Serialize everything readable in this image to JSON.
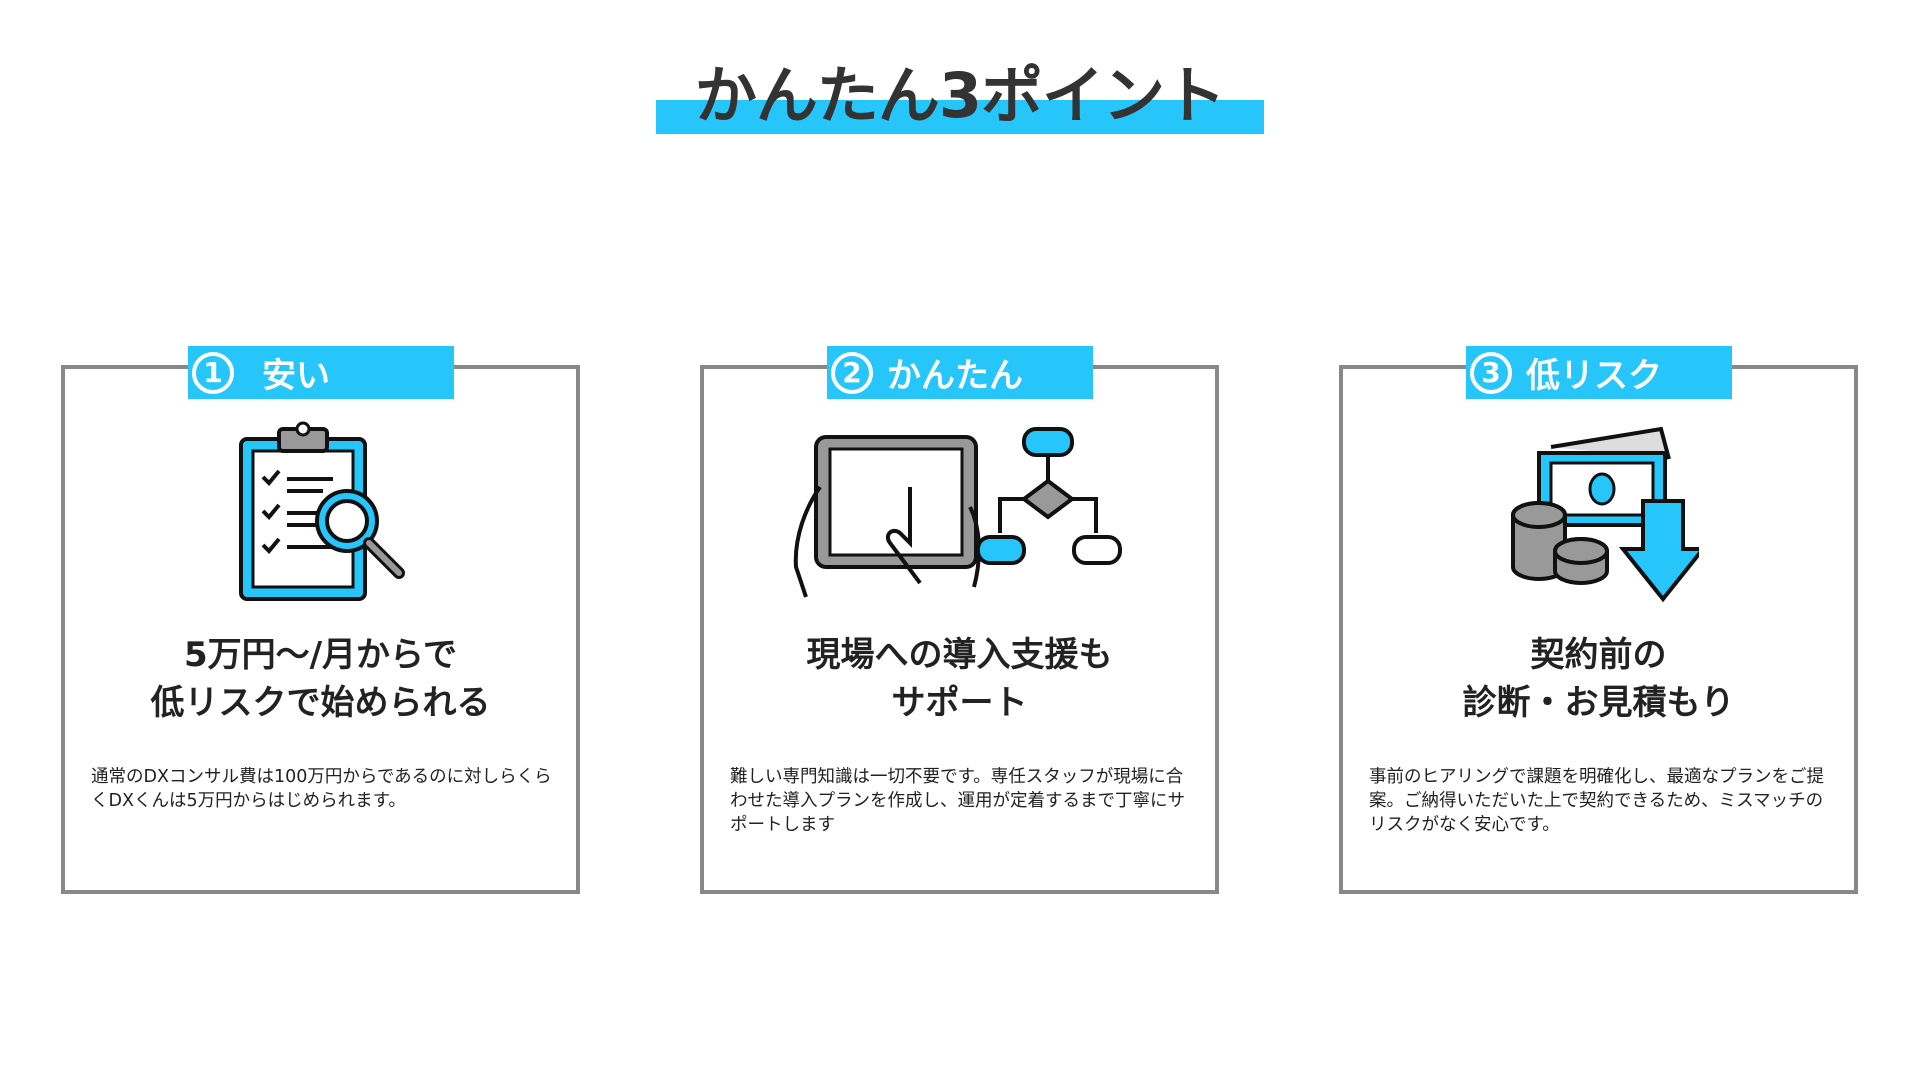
{
  "title": "かんたん3ポイント",
  "accent": "#26c6fb",
  "cards": [
    {
      "num": "1",
      "tag": "安い",
      "head1": "5万円〜/月からで",
      "head2": "低リスクで始められる",
      "body": "通常のDXコンサル費は100万円からであるのに対しらくらくDXくんは5万円からはじめられます。",
      "icon": "clipboard-search-icon"
    },
    {
      "num": "2",
      "tag": "かんたん",
      "head1": "現場への導入支援も",
      "head2": "サポート",
      "body": "難しい専門知識は一切不要です。専任スタッフが現場に合わせた導入プランを作成し、運用が定着するまで丁寧にサポートします",
      "icon": "tablet-flowchart-icon"
    },
    {
      "num": "3",
      "tag": "低リスク",
      "head1": "契約前の",
      "head2": "診断・お見積もり",
      "body": "事前のヒアリングで課題を明確化し、最適なプランをご提案。ご納得いただいた上で契約できるため、ミスマッチのリスクがなく安心です。",
      "icon": "money-down-icon"
    }
  ]
}
